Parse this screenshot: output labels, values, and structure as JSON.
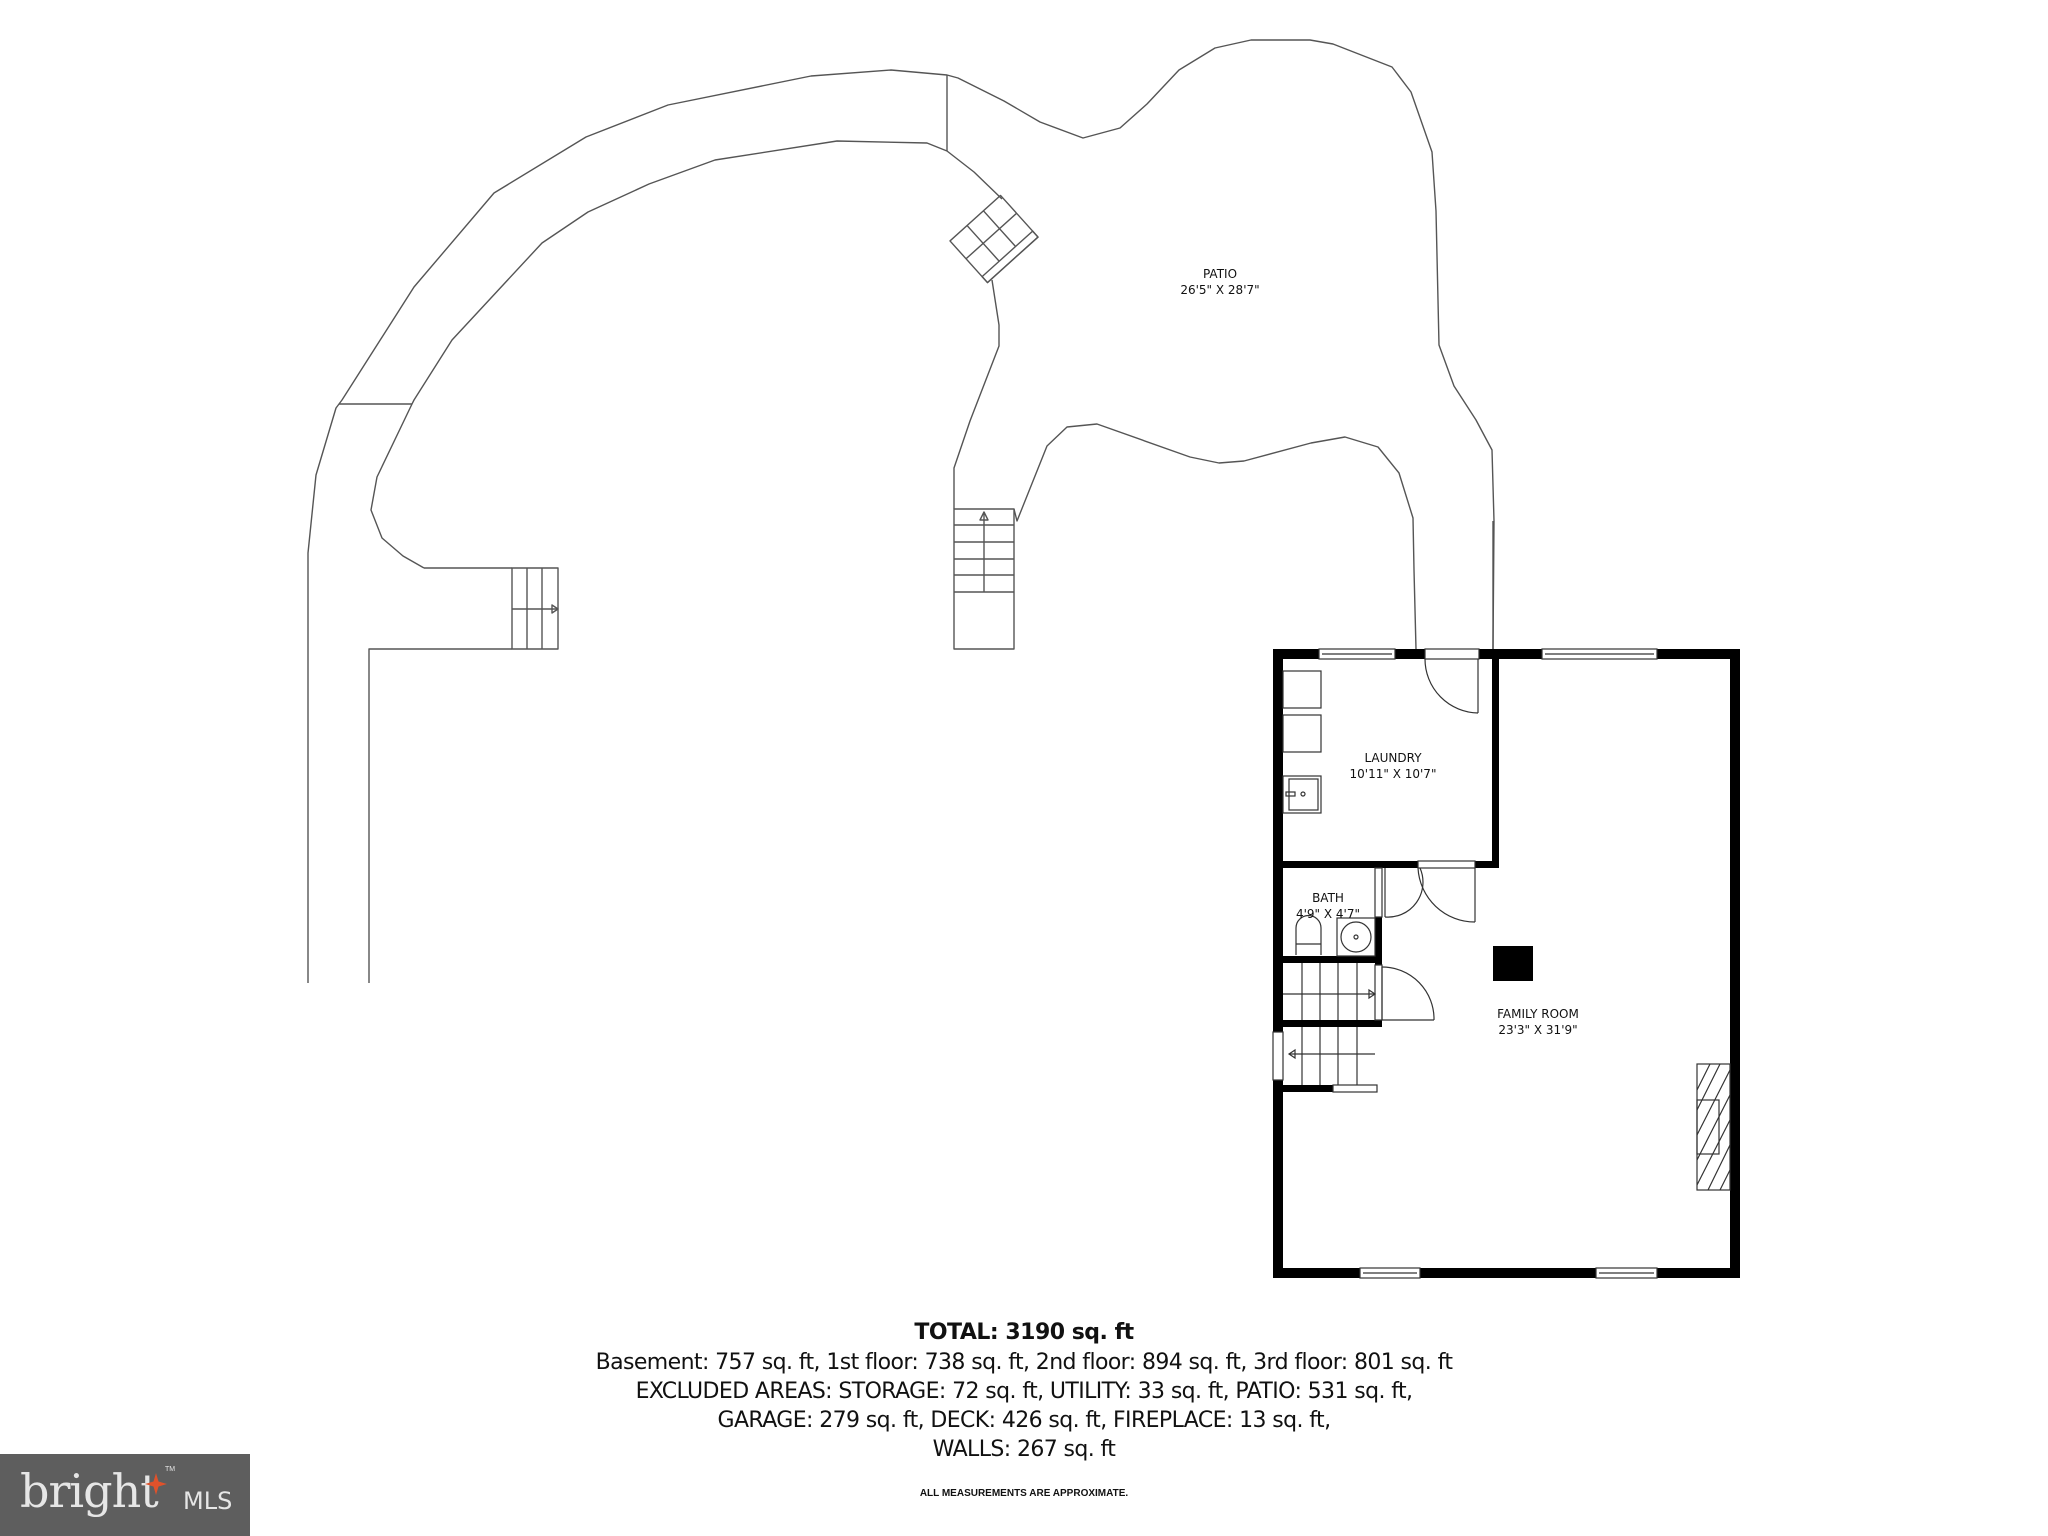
{
  "plan": {
    "colors": {
      "wall": "#000000",
      "line": "#555555",
      "background": "#ffffff"
    },
    "rooms": [
      {
        "id": "patio",
        "name": "PATIO",
        "dimensions": "26'5\" X 28'7\""
      },
      {
        "id": "laundry",
        "name": "LAUNDRY",
        "dimensions": "10'11\" X 10'7\""
      },
      {
        "id": "bath",
        "name": "BATH",
        "dimensions": "4'9\" X 4'7\""
      },
      {
        "id": "family_room",
        "name": "FAMILY ROOM",
        "dimensions": "23'3\" X 31'9\""
      }
    ]
  },
  "summary": {
    "total": "TOTAL: 3190 sq. ft",
    "floors": "Basement: 757 sq. ft, 1st floor: 738 sq. ft, 2nd floor: 894 sq. ft, 3rd floor: 801 sq. ft",
    "excluded_1": "EXCLUDED AREAS: STORAGE: 72 sq. ft, UTILITY: 33 sq. ft, PATIO: 531 sq. ft,",
    "excluded_2": "GARAGE: 279 sq. ft, DECK: 426 sq. ft, FIREPLACE: 13 sq. ft,",
    "excluded_3": "WALLS: 267 sq. ft",
    "disclaimer": "ALL MEASUREMENTS ARE APPROXIMATE."
  },
  "logo": {
    "brand": "bright",
    "suffix": "MLS",
    "trademark": "TM",
    "background": "#5e5e5e",
    "accent": "#e0522b"
  }
}
